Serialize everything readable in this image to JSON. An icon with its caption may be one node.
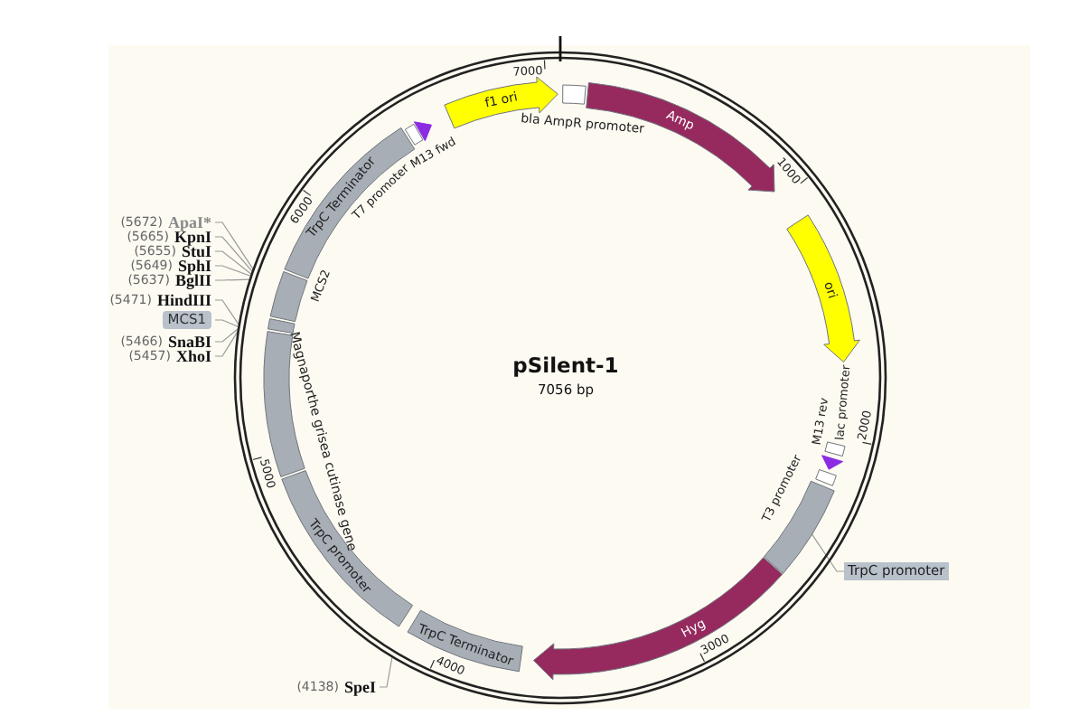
{
  "diagram": {
    "nodes": [
      {
        "text": [
          "pSilent-1",
          "7056 bp"
        ]
      },
      {
        "text": [
          "f1 ori"
        ],
        "in": 0
      },
      {
        "text": [
          "bla AmpR promoter"
        ],
        "in": 0
      },
      {
        "text": [
          "Amp"
        ],
        "in": 0
      },
      {
        "text": [
          "ori"
        ],
        "in": 0
      },
      {
        "text": [
          "lac promoter"
        ],
        "in": 0
      },
      {
        "text": [
          "M13 rev"
        ],
        "in": 0
      },
      {
        "text": [
          "T3 promoter"
        ],
        "in": 0
      },
      {
        "text": [],
        "shape": "bar",
        "in": 0
      },
      {
        "text": [
          "Hyg"
        ],
        "in": 0
      },
      {
        "text": [
          "TrpC Terminator"
        ],
        "in": 0
      },
      {
        "text": [
          "TrpC promoter"
        ],
        "in": 0
      },
      {
        "text": [
          "Magnaporthe grisea cutinase gene"
        ],
        "in": 0
      },
      {
        "text": [
          "MCS2"
        ],
        "in": 0
      },
      {
        "text": [
          "TrpC Terminator"
        ],
        "in": 0
      },
      {
        "text": [
          "T7 promoter"
        ],
        "in": 0
      },
      {
        "text": [
          "M13 fwd"
        ],
        "in": 0
      },
      {
        "text": [
          "TrpC promoter"
        ]
      },
      {
        "text": [
          "(5672)",
          "ApaI*"
        ]
      },
      {
        "text": [
          "(5665)",
          "KpnI"
        ]
      },
      {
        "text": [
          "(5655)",
          "StuI"
        ]
      },
      {
        "text": [
          "(5649)",
          "SphI"
        ]
      },
      {
        "text": [
          "(5637)",
          "BglII"
        ]
      },
      {
        "text": [
          "(5471)",
          "HindIII"
        ]
      },
      {
        "text": [
          "MCS1"
        ]
      },
      {
        "text": [
          "(5466)",
          "SnaBI"
        ]
      },
      {
        "text": [
          "(5457)",
          "XhoI"
        ]
      },
      {
        "text": [
          "(4138)",
          "SpeI"
        ]
      }
    ],
    "edges": [
      {
        "from": 17,
        "to": 8,
        "arrow": "none"
      },
      {
        "from": 18,
        "to": 0,
        "arrow": "none"
      },
      {
        "from": 19,
        "to": 0,
        "arrow": "none"
      },
      {
        "from": 20,
        "to": 0,
        "arrow": "none"
      },
      {
        "from": 21,
        "to": 0,
        "arrow": "none"
      },
      {
        "from": 22,
        "to": 0,
        "arrow": "none"
      },
      {
        "from": 23,
        "to": 0,
        "arrow": "none"
      },
      {
        "from": 24,
        "to": 0,
        "arrow": "none"
      },
      {
        "from": 25,
        "to": 0,
        "arrow": "none"
      },
      {
        "from": 26,
        "to": 0,
        "arrow": "none"
      },
      {
        "from": 27,
        "to": 0,
        "arrow": "none"
      }
    ],
    "labels": [
      "7000",
      "1000",
      "2000",
      "3000",
      "4000",
      "5000",
      "6000"
    ]
  }
}
